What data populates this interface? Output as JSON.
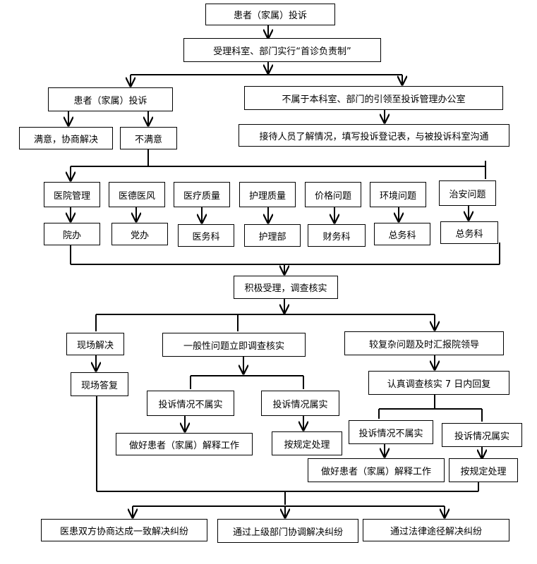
{
  "flowchart": {
    "top_complaint": "患者（家属）投诉",
    "first_receiver": "受理科室、部门实行“首诊负责制”",
    "branch_patient_complaint": "患者（家属）投诉",
    "branch_redirect": "不属于本科室、部门的引领至投诉管理办公室",
    "satisfied": "满意，协商解决",
    "unsatisfied": "不满意",
    "reception": "接待人员了解情况，填写投诉登记表，与被投诉科室沟通",
    "categories": [
      {
        "issue": "医院管理",
        "dept": "院办"
      },
      {
        "issue": "医德医风",
        "dept": "党办"
      },
      {
        "issue": "医疗质量",
        "dept": "医务科"
      },
      {
        "issue": "护理质量",
        "dept": "护理部"
      },
      {
        "issue": "价格问题",
        "dept": "财务科"
      },
      {
        "issue": "环境问题",
        "dept": "总务科"
      },
      {
        "issue": "治安问题",
        "dept": "总务科"
      }
    ],
    "active_accept": "积极受理，调查核实",
    "onsite_resolve": "现场解决",
    "onsite_reply": "现场答复",
    "general_issue": "一般性问题立即调查核实",
    "complex_issue": "较复杂问题及时汇报院领导",
    "serious_investigation": "认真调查核实 7 日内回复",
    "general_not_true": "投诉情况不属实",
    "general_true": "投诉情况属实",
    "general_explain": "做好患者（家属）解释工作",
    "general_handle": "按规定处理",
    "complex_not_true": "投诉情况不属实",
    "complex_true": "投诉情况属实",
    "complex_explain": "做好患者（家属）解释工作",
    "complex_handle": "按规定处理",
    "outcomes": [
      "医患双方协商达成一致解决纠纷",
      "通过上级部门协调解决纠纷",
      "通过法律途径解决纠纷"
    ]
  }
}
